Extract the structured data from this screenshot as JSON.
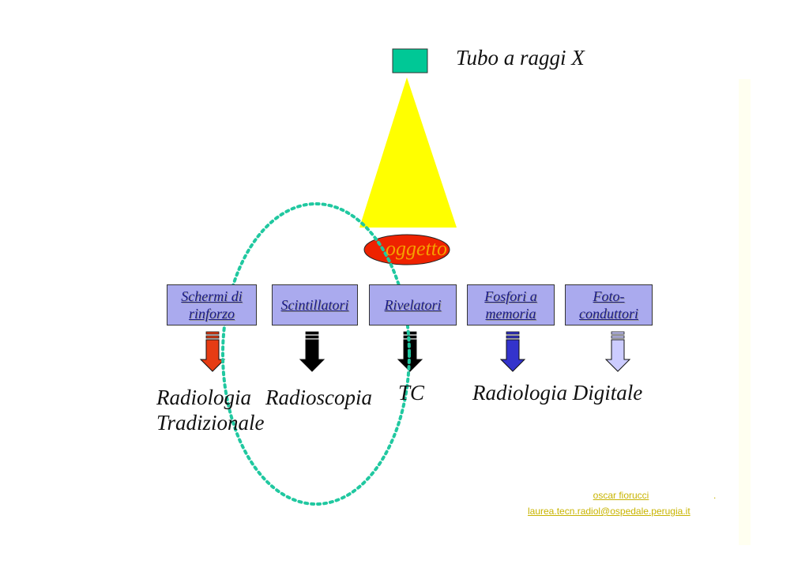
{
  "tube": {
    "label": "Tubo a raggi X",
    "color": "#00c896"
  },
  "beam": {
    "color": "#ffff00"
  },
  "object": {
    "label": "oggetto",
    "fill": "#ee2200",
    "text_color": "#f4a000"
  },
  "detectors": [
    {
      "label": "Schermi di\nrinforzo",
      "arrow_color": "#e63c14"
    },
    {
      "label": "Scintillatori",
      "arrow_color": "#000000"
    },
    {
      "label": "Rivelatori",
      "arrow_color": "#000000"
    },
    {
      "label": "Fosfori a\nmemoria",
      "arrow_color": "#3333cc"
    },
    {
      "label": "Foto-\nconduttori",
      "arrow_color": "#ccccff"
    }
  ],
  "captions": {
    "tradizionale": "Radiologia\nTradizionale",
    "radioscopia": "Radioscopia",
    "tc": "TC",
    "digitale": "Radiologia Digitale"
  },
  "highlight_color": "#20c8a0",
  "footer": {
    "name": "oscar fiorucci",
    "dot": ".",
    "email": "laurea.tecn.radiol@ospedale.perugia.it"
  }
}
